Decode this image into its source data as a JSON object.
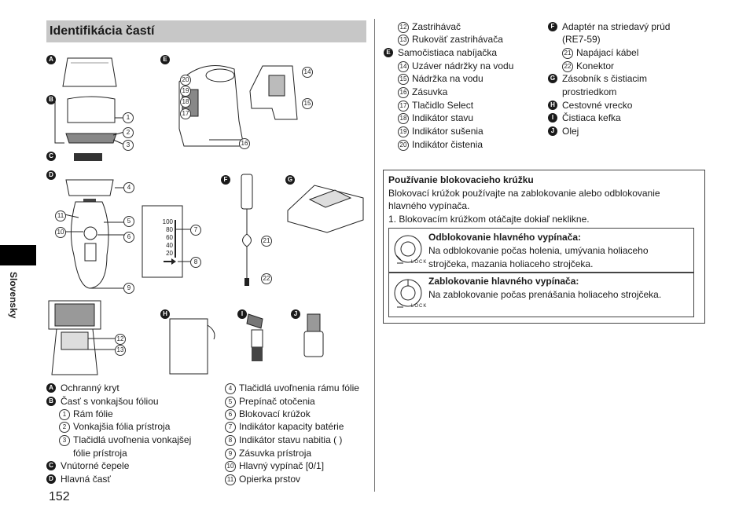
{
  "page_title": "Identifikácia častí",
  "page_number": "152",
  "language_tab": "Slovensky",
  "diagram_labels": {
    "A": "A",
    "B": "B",
    "C": "C",
    "D": "D",
    "E": "E",
    "F": "F",
    "G": "G",
    "H": "H",
    "I": "I",
    "J": "J",
    "n1": "1",
    "n2": "2",
    "n3": "3",
    "n4": "4",
    "n5": "5",
    "n6": "6",
    "n7": "7",
    "n8": "8",
    "n9": "9",
    "n10": "10",
    "n11": "11",
    "n12": "12",
    "n13": "13",
    "n14": "14",
    "n15": "15",
    "n16": "16",
    "n17": "17",
    "n18": "18",
    "n19": "19",
    "n20": "20",
    "n21": "21",
    "n22": "22"
  },
  "gauge_values": [
    "100",
    "80",
    "60",
    "40",
    "20"
  ],
  "legend_left": [
    {
      "mark": "A",
      "text": "Ochranný kryt"
    },
    {
      "mark": "B",
      "text": "Časť s vonkajšou fóliou"
    },
    {
      "mark": "1",
      "text": "Rám fólie"
    },
    {
      "mark": "2",
      "text": "Vonkajšia fólia prístroja"
    },
    {
      "mark": "3",
      "text": "Tlačidlá uvoľnenia vonkajšej"
    },
    {
      "mark": "",
      "text": "fólie prístroja"
    },
    {
      "mark": "C",
      "text": "Vnútorné čepele"
    },
    {
      "mark": "D",
      "text": "Hlavná časť"
    }
  ],
  "legend_mid": [
    {
      "mark": "4",
      "text": "Tlačidlá uvoľnenia rámu fólie"
    },
    {
      "mark": "5",
      "text": "Prepínač otočenia"
    },
    {
      "mark": "6",
      "text": "Blokovací krúžok"
    },
    {
      "mark": "7",
      "text": "Indikátor kapacity batérie"
    },
    {
      "mark": "8",
      "text": "Indikátor stavu nabitia (   )"
    },
    {
      "mark": "9",
      "text": "Zásuvka prístroja"
    },
    {
      "mark": "10",
      "text": "Hlavný vypínač [0/1]"
    },
    {
      "mark": "11",
      "text": "Opierka prstov"
    }
  ],
  "legend_right1": [
    {
      "mark": "12",
      "text": "Zastrihávač"
    },
    {
      "mark": "13",
      "text": "Rukoväť zastrihávača"
    },
    {
      "mark": "E",
      "text": "Samočistiaca nabíjačka"
    },
    {
      "mark": "14",
      "text": "Uzáver nádržky na vodu"
    },
    {
      "mark": "15",
      "text": "Nádržka na vodu"
    },
    {
      "mark": "16",
      "text": "Zásuvka"
    },
    {
      "mark": "17",
      "text": "Tlačidlo Select"
    },
    {
      "mark": "18",
      "text": "Indikátor stavu"
    },
    {
      "mark": "19",
      "text": "Indikátor sušenia"
    },
    {
      "mark": "20",
      "text": "Indikátor čistenia"
    }
  ],
  "legend_right2": [
    {
      "mark": "F",
      "text": "Adaptér na striedavý prúd"
    },
    {
      "mark": "",
      "text": "(RE7-59)"
    },
    {
      "mark": "21",
      "text": "Napájací kábel"
    },
    {
      "mark": "22",
      "text": "Konektor"
    },
    {
      "mark": "G",
      "text": "Zásobník s čistiacim"
    },
    {
      "mark": "",
      "text": "prostriedkom"
    },
    {
      "mark": "H",
      "text": "Cestovné vrecko"
    },
    {
      "mark": "I",
      "text": "Čistiaca kefka"
    },
    {
      "mark": "J",
      "text": "Olej"
    }
  ],
  "lock_box": {
    "heading": "Používanie blokovacieho krúžku",
    "line1": "Blokovací krúžok používajte na zablokovanie alebo odblokovanie",
    "line2": "hlavného vypínača.",
    "step1": "1.  Blokovacím krúžkom otáčajte dokiaľ neklikne.",
    "unlock_title": "Odblokovanie hlavného vypínača:",
    "unlock_text": "Na odblokovanie počas holenia, umývania holiaceho strojčeka, mazania holiaceho strojčeka.",
    "lock_title": "Zablokovanie hlavného vypínača:",
    "lock_text": "Na zablokovanie počas prenášania holiaceho strojčeka.",
    "dial_label": "LOCK"
  }
}
